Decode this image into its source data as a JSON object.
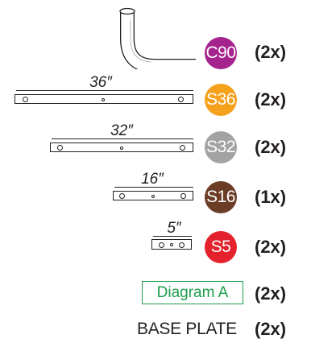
{
  "parts": [
    {
      "id": "C90",
      "badge": "C90",
      "color": "#a4238d",
      "quantity": "(2x)"
    },
    {
      "id": "S36",
      "badge": "S36",
      "color": "#f5a11c",
      "quantity": "(2x)",
      "length": "36″"
    },
    {
      "id": "S32",
      "badge": "S32",
      "color": "#a3a3a3",
      "quantity": "(2x)",
      "length": "32″"
    },
    {
      "id": "S16",
      "badge": "S16",
      "color": "#6b3d26",
      "quantity": "(1x)",
      "length": "16″"
    },
    {
      "id": "S5",
      "badge": "S5",
      "color": "#e4222d",
      "quantity": "(2x)",
      "length": "5″"
    }
  ],
  "diagram_ref": {
    "label": "Diagram A",
    "quantity": "(2x)",
    "color": "#1a9d49"
  },
  "base_plate": {
    "label": "BASE PLATE",
    "quantity": "(2x)"
  }
}
